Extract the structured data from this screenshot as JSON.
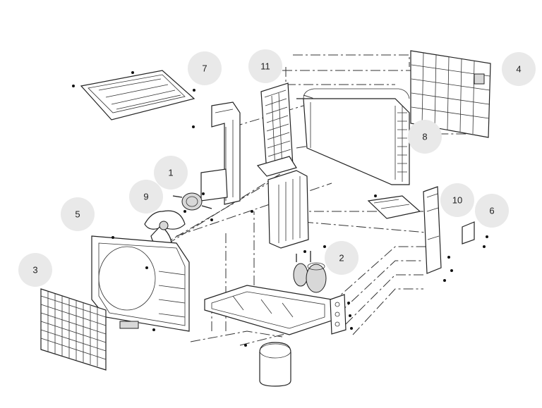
{
  "diagram": {
    "callouts": [
      {
        "id": "callout-1",
        "label": "1"
      },
      {
        "id": "callout-2",
        "label": "2"
      },
      {
        "id": "callout-3",
        "label": "3"
      },
      {
        "id": "callout-4",
        "label": "4"
      },
      {
        "id": "callout-5",
        "label": "5"
      },
      {
        "id": "callout-6",
        "label": "6"
      },
      {
        "id": "callout-7",
        "label": "7"
      },
      {
        "id": "callout-8",
        "label": "8"
      },
      {
        "id": "callout-9",
        "label": "9"
      },
      {
        "id": "callout-10",
        "label": "10"
      },
      {
        "id": "callout-11",
        "label": "11"
      }
    ]
  }
}
